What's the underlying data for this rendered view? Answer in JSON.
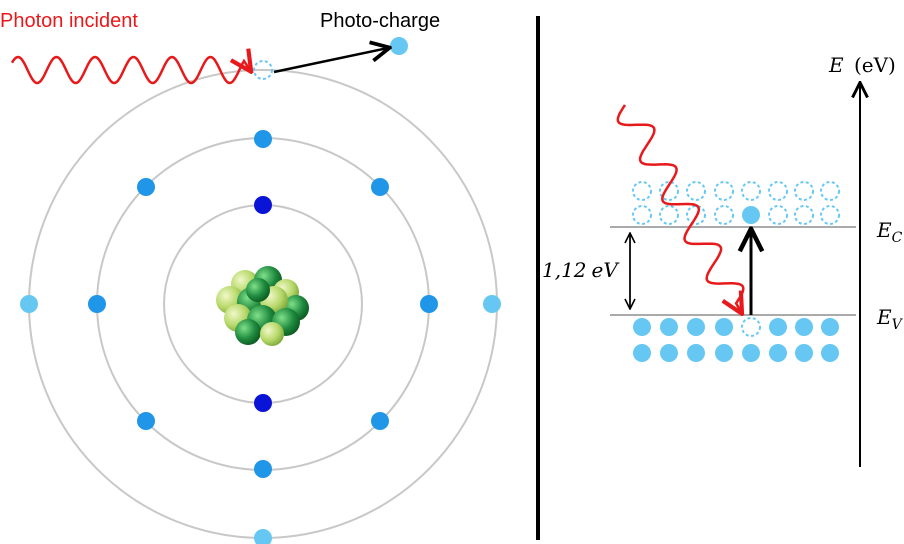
{
  "atom_diagram": {
    "photon_label": "Photon incident",
    "charge_label": "Photo-charge"
  },
  "band_diagram": {
    "energy_axis_label": "E (eV)",
    "energy_axis_symbol": "E",
    "energy_axis_unit": "(eV)",
    "conduction_label": "E",
    "conduction_sub": "C",
    "valence_label": "E",
    "valence_sub": "V",
    "gap_value": "1,12",
    "gap_unit": "eV"
  },
  "colors": {
    "photon": "#e8191b",
    "orbit": "#c8c8c8",
    "outer_electron": "#66c8f2",
    "middle_electron": "#1f96e8",
    "inner_electron": "#0a14d6",
    "band_electron": "#66c8f2",
    "nucleus_dark": "#1f8a3e",
    "nucleus_light": "#b7d86a",
    "arrow": "#000000"
  }
}
